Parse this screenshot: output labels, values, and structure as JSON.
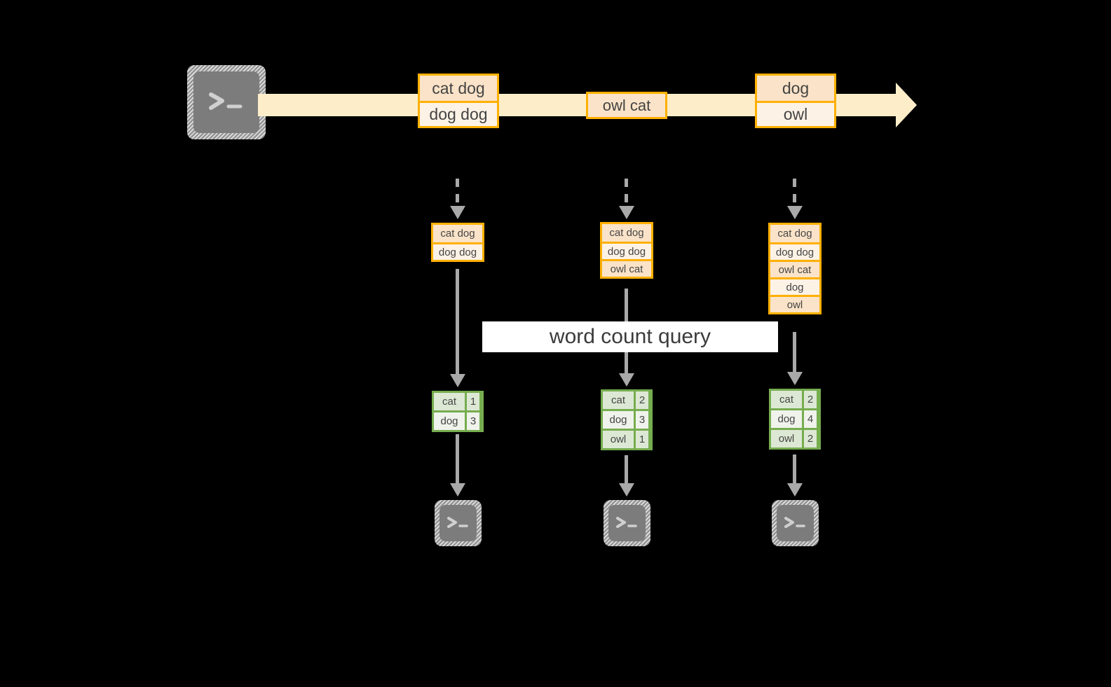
{
  "diagram": {
    "title": "word count query",
    "source_icon": "terminal-icon",
    "sink_icon": "terminal-icon",
    "colors": {
      "stream_band": "#fdeec9",
      "table_border_orange": "#ffb000",
      "table_fill_orange": "#fae3c8",
      "table_fill_orange_alt": "#fdf2e6",
      "table_border_green": "#76ad4f",
      "table_fill_green": "#dde8d4",
      "table_fill_green_alt": "#eff3eb",
      "connector_gray": "#a9a9a9",
      "icon_gray": "#7c7c7c",
      "banner_bg": "#ffffff",
      "text": "#3f3f3f"
    },
    "stream": {
      "groups": [
        {
          "name": "group-1",
          "messages": [
            "cat dog",
            "dog dog"
          ]
        },
        {
          "name": "group-2",
          "messages": [
            "owl cat"
          ]
        },
        {
          "name": "group-3",
          "messages": [
            "dog",
            "owl"
          ]
        }
      ]
    },
    "columns": [
      {
        "name": "snapshot-1",
        "input_rows": [
          "cat dog",
          "dog dog"
        ],
        "result": {
          "rows": [
            {
              "word": "cat",
              "count": "1"
            },
            {
              "word": "dog",
              "count": "3"
            }
          ]
        }
      },
      {
        "name": "snapshot-2",
        "input_rows": [
          "cat dog",
          "dog dog",
          "owl cat"
        ],
        "result": {
          "rows": [
            {
              "word": "cat",
              "count": "2"
            },
            {
              "word": "dog",
              "count": "3"
            },
            {
              "word": "owl",
              "count": "1"
            }
          ]
        }
      },
      {
        "name": "snapshot-3",
        "input_rows": [
          "cat dog",
          "dog dog",
          "owl cat",
          "dog",
          "owl"
        ],
        "result": {
          "rows": [
            {
              "word": "cat",
              "count": "2"
            },
            {
              "word": "dog",
              "count": "4"
            },
            {
              "word": "owl",
              "count": "2"
            }
          ]
        }
      }
    ]
  }
}
